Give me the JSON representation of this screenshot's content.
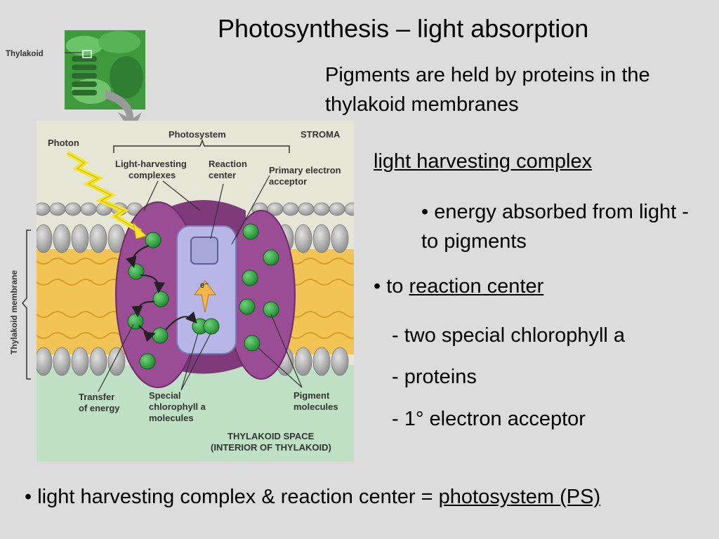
{
  "slide": {
    "title": "Photosynthesis – light absorption",
    "subtitle": "Pigments are held by proteins in the thylakoid membranes",
    "lhc_heading": "light harvesting complex",
    "lhc_bullet": "• energy absorbed from light - to pigments",
    "rc_bullet_prefix": "• to ",
    "rc_bullet_link": "reaction center",
    "rc_items": [
      "- two special chlorophyll a",
      "- proteins",
      "- 1° electron acceptor"
    ],
    "summary_prefix": "• light harvesting complex & reaction center = ",
    "summary_link": "photosystem (PS)"
  },
  "diagram": {
    "thylakoid_label": "Thylakoid",
    "photosystem": "Photosystem",
    "stroma": "STROMA",
    "photon": "Photon",
    "light_harvesting_1": "Light-harvesting",
    "light_harvesting_2": "complexes",
    "reaction_center_1": "Reaction",
    "reaction_center_2": "center",
    "primary_acceptor_1": "Primary electron",
    "primary_acceptor_2": "acceptor",
    "membrane_label": "Thylakoid membrane",
    "electron": "e⁻",
    "transfer_1": "Transfer",
    "transfer_2": "of energy",
    "special_1": "Special",
    "special_2": "chlorophyll a",
    "special_3": "molecules",
    "pigment_1": "Pigment",
    "pigment_2": "molecules",
    "space_1": "THYLAKOID SPACE",
    "space_2": "(INTERIOR OF THYLAKOID)"
  },
  "colors": {
    "background": "#dcdcdc",
    "stroma": "#e6e6d6",
    "thylakoid_space": "#bfe0c4",
    "lipid_tail": "#f2c455",
    "lipid_head": "#a8a8a8",
    "protein": "#9a4c94",
    "reaction_center": "#b7b6e6",
    "pigment": "#2e9e3e",
    "photon": "#f5e42a"
  }
}
